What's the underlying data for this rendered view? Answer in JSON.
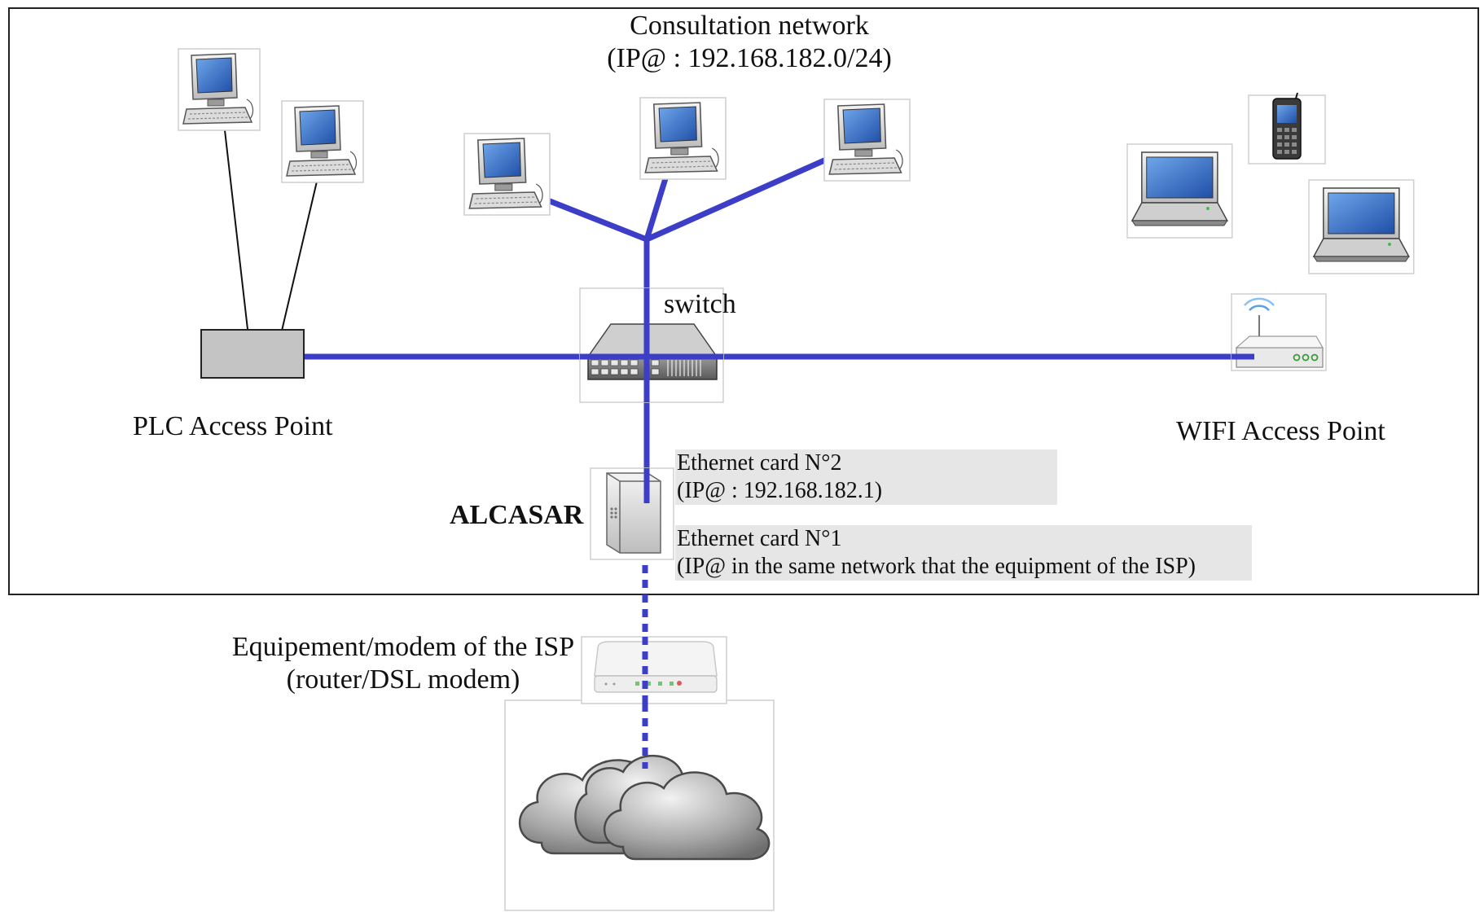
{
  "title": {
    "line1": "Consultation network",
    "line2": "(IP@ : 192.168.182.0/24)"
  },
  "labels": {
    "switch": "switch",
    "plc": "PLC Access Point",
    "wifi": "WIFI Access Point",
    "alcasar": "ALCASAR",
    "isp_line1": "Equipement/modem of the ISP",
    "isp_line2": "(router/DSL modem)"
  },
  "cards": {
    "card2_line1": "Ethernet card N°2",
    "card2_line2": "(IP@ : 192.168.182.1)",
    "card1_line1": "Ethernet card N°1",
    "card1_line2": "(IP@ in the same network that the equipment of the ISP)"
  },
  "colors": {
    "link": "#3d3ec7",
    "frame": "#222222",
    "plc_fill": "#c4c4c4",
    "card_bg": "#e6e6e6"
  },
  "icons": [
    "desktop-computer-icon",
    "laptop-icon",
    "mobile-phone-icon",
    "network-switch-icon",
    "wifi-router-icon",
    "server-tower-icon",
    "dsl-modem-icon",
    "cloud-icon"
  ]
}
